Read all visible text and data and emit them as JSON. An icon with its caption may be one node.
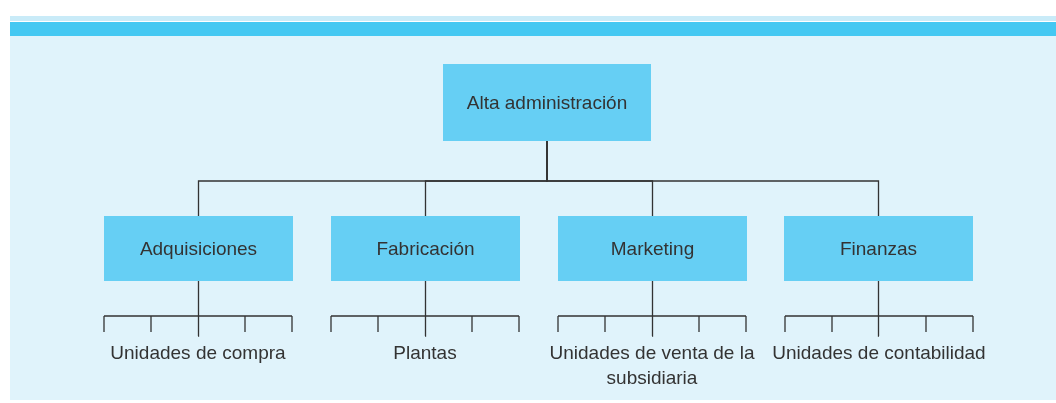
{
  "diagram": {
    "nodes": [
      {
        "text": [
          "Alta administración"
        ]
      },
      {
        "text": [
          "Adquisiciones"
        ]
      },
      {
        "text": [
          "Fabricación"
        ]
      },
      {
        "text": [
          "Marketing"
        ]
      },
      {
        "text": [
          "Finanzas"
        ]
      },
      {
        "text": [
          "Unidades de compra"
        ]
      },
      {
        "text": [
          "Plantas"
        ]
      },
      {
        "text": [
          "Unidades de venta de la subsidiaria"
        ]
      },
      {
        "text": [
          "Unidades de contabilidad"
        ]
      }
    ],
    "edges": [
      {
        "from": 0,
        "to": 1,
        "arrow": "none"
      },
      {
        "from": 0,
        "to": 2,
        "arrow": "none"
      },
      {
        "from": 0,
        "to": 3,
        "arrow": "none"
      },
      {
        "from": 0,
        "to": 4,
        "arrow": "none"
      },
      {
        "from": 1,
        "to": 5,
        "arrow": "none"
      },
      {
        "from": 2,
        "to": 6,
        "arrow": "none"
      },
      {
        "from": 3,
        "to": 7,
        "arrow": "none"
      },
      {
        "from": 4,
        "to": 8,
        "arrow": "none"
      }
    ]
  }
}
